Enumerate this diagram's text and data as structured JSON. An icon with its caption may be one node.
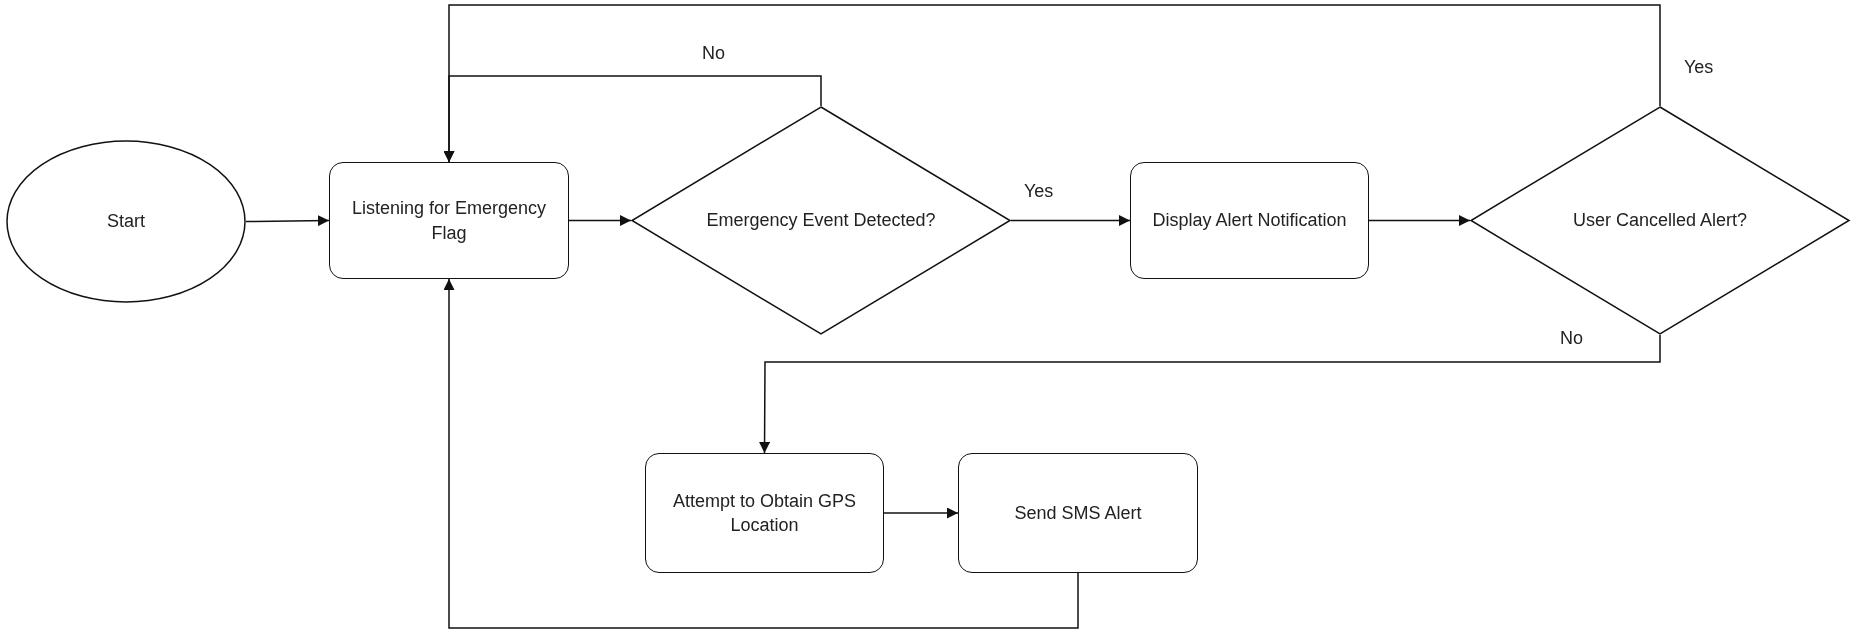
{
  "diagram": {
    "nodes": [
      {
        "text": [
          "Start"
        ]
      },
      {
        "text": [
          "Listening for Emergency Flag"
        ]
      },
      {
        "text": [
          "Emergency Event Detected?"
        ]
      },
      {
        "text": [
          "Display Alert Notification"
        ]
      },
      {
        "text": [
          "User Cancelled Alert?"
        ]
      },
      {
        "text": [
          "Attempt to Obtain GPS Location"
        ]
      },
      {
        "text": [
          "Send SMS Alert"
        ]
      }
    ],
    "edges": [
      {
        "from": 0,
        "to": 1,
        "arrow": "to"
      },
      {
        "from": 1,
        "to": 2,
        "arrow": "to"
      },
      {
        "from": 2,
        "to": 3,
        "arrow": "to",
        "label": "Yes"
      },
      {
        "from": 2,
        "to": 1,
        "arrow": "to",
        "label": "No"
      },
      {
        "from": 3,
        "to": 4,
        "arrow": "to"
      },
      {
        "from": 4,
        "to": 1,
        "arrow": "to",
        "label": "Yes"
      },
      {
        "from": 4,
        "to": 5,
        "arrow": "to",
        "label": "No"
      },
      {
        "from": 5,
        "to": 6,
        "arrow": "to"
      },
      {
        "from": 6,
        "to": 1,
        "arrow": "to"
      }
    ]
  }
}
